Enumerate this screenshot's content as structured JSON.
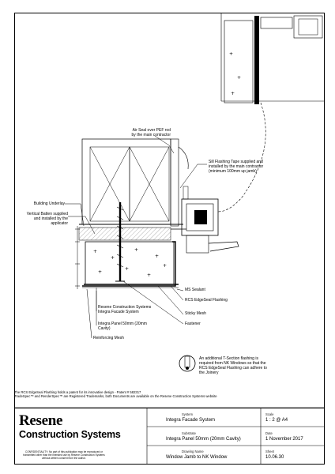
{
  "annotations": {
    "air_seal": "Air Seal over PEF rod\nby the main contractor",
    "sill_flashing": "Sill Flashing Tape supplied and\ninstalled by the main contractor\n(minimum 100mm up jamb)",
    "building_underlay": "Building Underlay",
    "vertical_batten": "Vertical Batten supplied\nand installed by the\napplicator",
    "ms_sealant": "MS Sealant",
    "edgeseal_flashing": "RCS EdgeSeal Flashing",
    "sticky_mesh": "Sticky Mesh",
    "fastener": "Fastener",
    "rcs_system": "Resene Construction Systems\nIntegra Facade System",
    "integra_panel": "Integra Panel 50mm (20mm\nCavity)",
    "reinforcing_mesh": "Reinforcing Mesh",
    "t_section_note": "An additional T-Section flashing is\nrequired from NK Windows so that the\nRCS EdgeSeal Flashing can adhere to\nthe Joinery"
  },
  "footer": {
    "patent_line": "The RCS EdgeSeal Flashing holds a patent for its innovative design - Patent # 582317",
    "trademark_line": "TradeSpec™ and RenderSpec™ are Registered Trademarks, both Documents are available on the Resene Construction Systems website"
  },
  "title_block": {
    "logo_word": "Resene",
    "logo_sub": "Construction Systems",
    "confidentiality": "CONFIDENTIALITY: No part of this publication may be reproduced or transmitted other than the intended use by Resene Construction Systems without written consent from the author.",
    "system_label": "System",
    "system_value": "Integra Facade System",
    "scale_label": "Scale",
    "scale_value": "1 : 2 @ A4",
    "substrate_label": "Substrate",
    "substrate_value": "Integra Panel 50mm (20mm Cavity)",
    "date_label": "Date",
    "date_value": "1 November 2017",
    "drawing_label": "Drawing Name",
    "drawing_value": "Window Jamb to NK Window",
    "sheet_label": "Sheet",
    "sheet_value": "10.06.30"
  }
}
